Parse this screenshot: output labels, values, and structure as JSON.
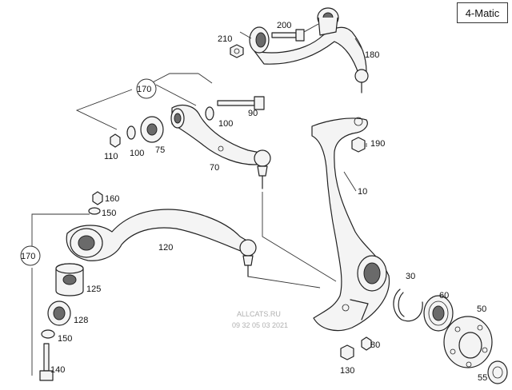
{
  "variant_label": "4-Matic",
  "callouts": {
    "c10": "10",
    "c30": "30",
    "c50": "50",
    "c55": "55",
    "c60": "60",
    "c70": "70",
    "c75": "75",
    "c80": "80",
    "c90": "90",
    "c100a": "100",
    "c100b": "100",
    "c110": "110",
    "c120": "120",
    "c125": "125",
    "c128": "128",
    "c130": "130",
    "c140": "140",
    "c150a": "150",
    "c150b": "150",
    "c160": "160",
    "c170a": "170",
    "c170b": "170",
    "c180": "180",
    "c190": "190",
    "c200": "200",
    "c210": "210"
  },
  "watermark": {
    "site": "ALLCATS.RU",
    "date": "09 32 05 03 2021"
  }
}
